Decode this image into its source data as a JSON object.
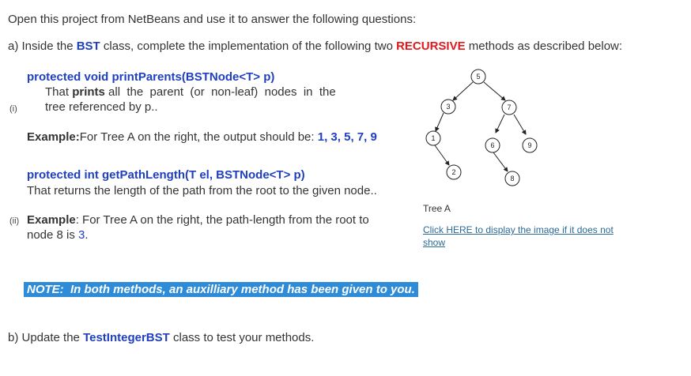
{
  "intro": "Open this project from NetBeans and use it to answer the following questions:",
  "part_a": {
    "prefix": "a) Inside the ",
    "class_name": "BST",
    "middle": " class, complete the implementation of the following two ",
    "recursive": "RECURSIVE",
    "suffix": " methods as described below:"
  },
  "method1": {
    "number": "(i)",
    "signature": "protected void printParents(BSTNode<T> p)",
    "desc_line1_a": "That ",
    "desc_line1_b": "prints",
    "desc_line1_c": " all  the  parent  (or  non-leaf)  nodes  in  the",
    "desc_line2": "tree referenced by p..",
    "example_label": "Example:",
    "example_text": "For Tree A on the right, the output should be: ",
    "example_values": "1, 3, 5, 7, 9"
  },
  "method2": {
    "number": "(ii)",
    "signature": "protected int getPathLength(T el, BSTNode<T> p)",
    "desc": "That returns the length of the path from the root to the given node..",
    "example_label": "Example",
    "example_text": ": For Tree A on the right, the path-length from the root to",
    "example_line2": "node 8 is ",
    "example_value": "3",
    "example_end": "."
  },
  "note": "NOTE:  In both methods, an auxilliary method has been given to you.",
  "part_b": {
    "prefix": "b) Update the ",
    "class_name": "TestIntegerBST",
    "suffix": " class to test your methods."
  },
  "tree": {
    "caption": "Tree A",
    "nodes": [
      "5",
      "3",
      "7",
      "1",
      "6",
      "9",
      "2",
      "8"
    ],
    "link_line1": "Click HERE to display the image if it does not",
    "link_line2": "show"
  }
}
